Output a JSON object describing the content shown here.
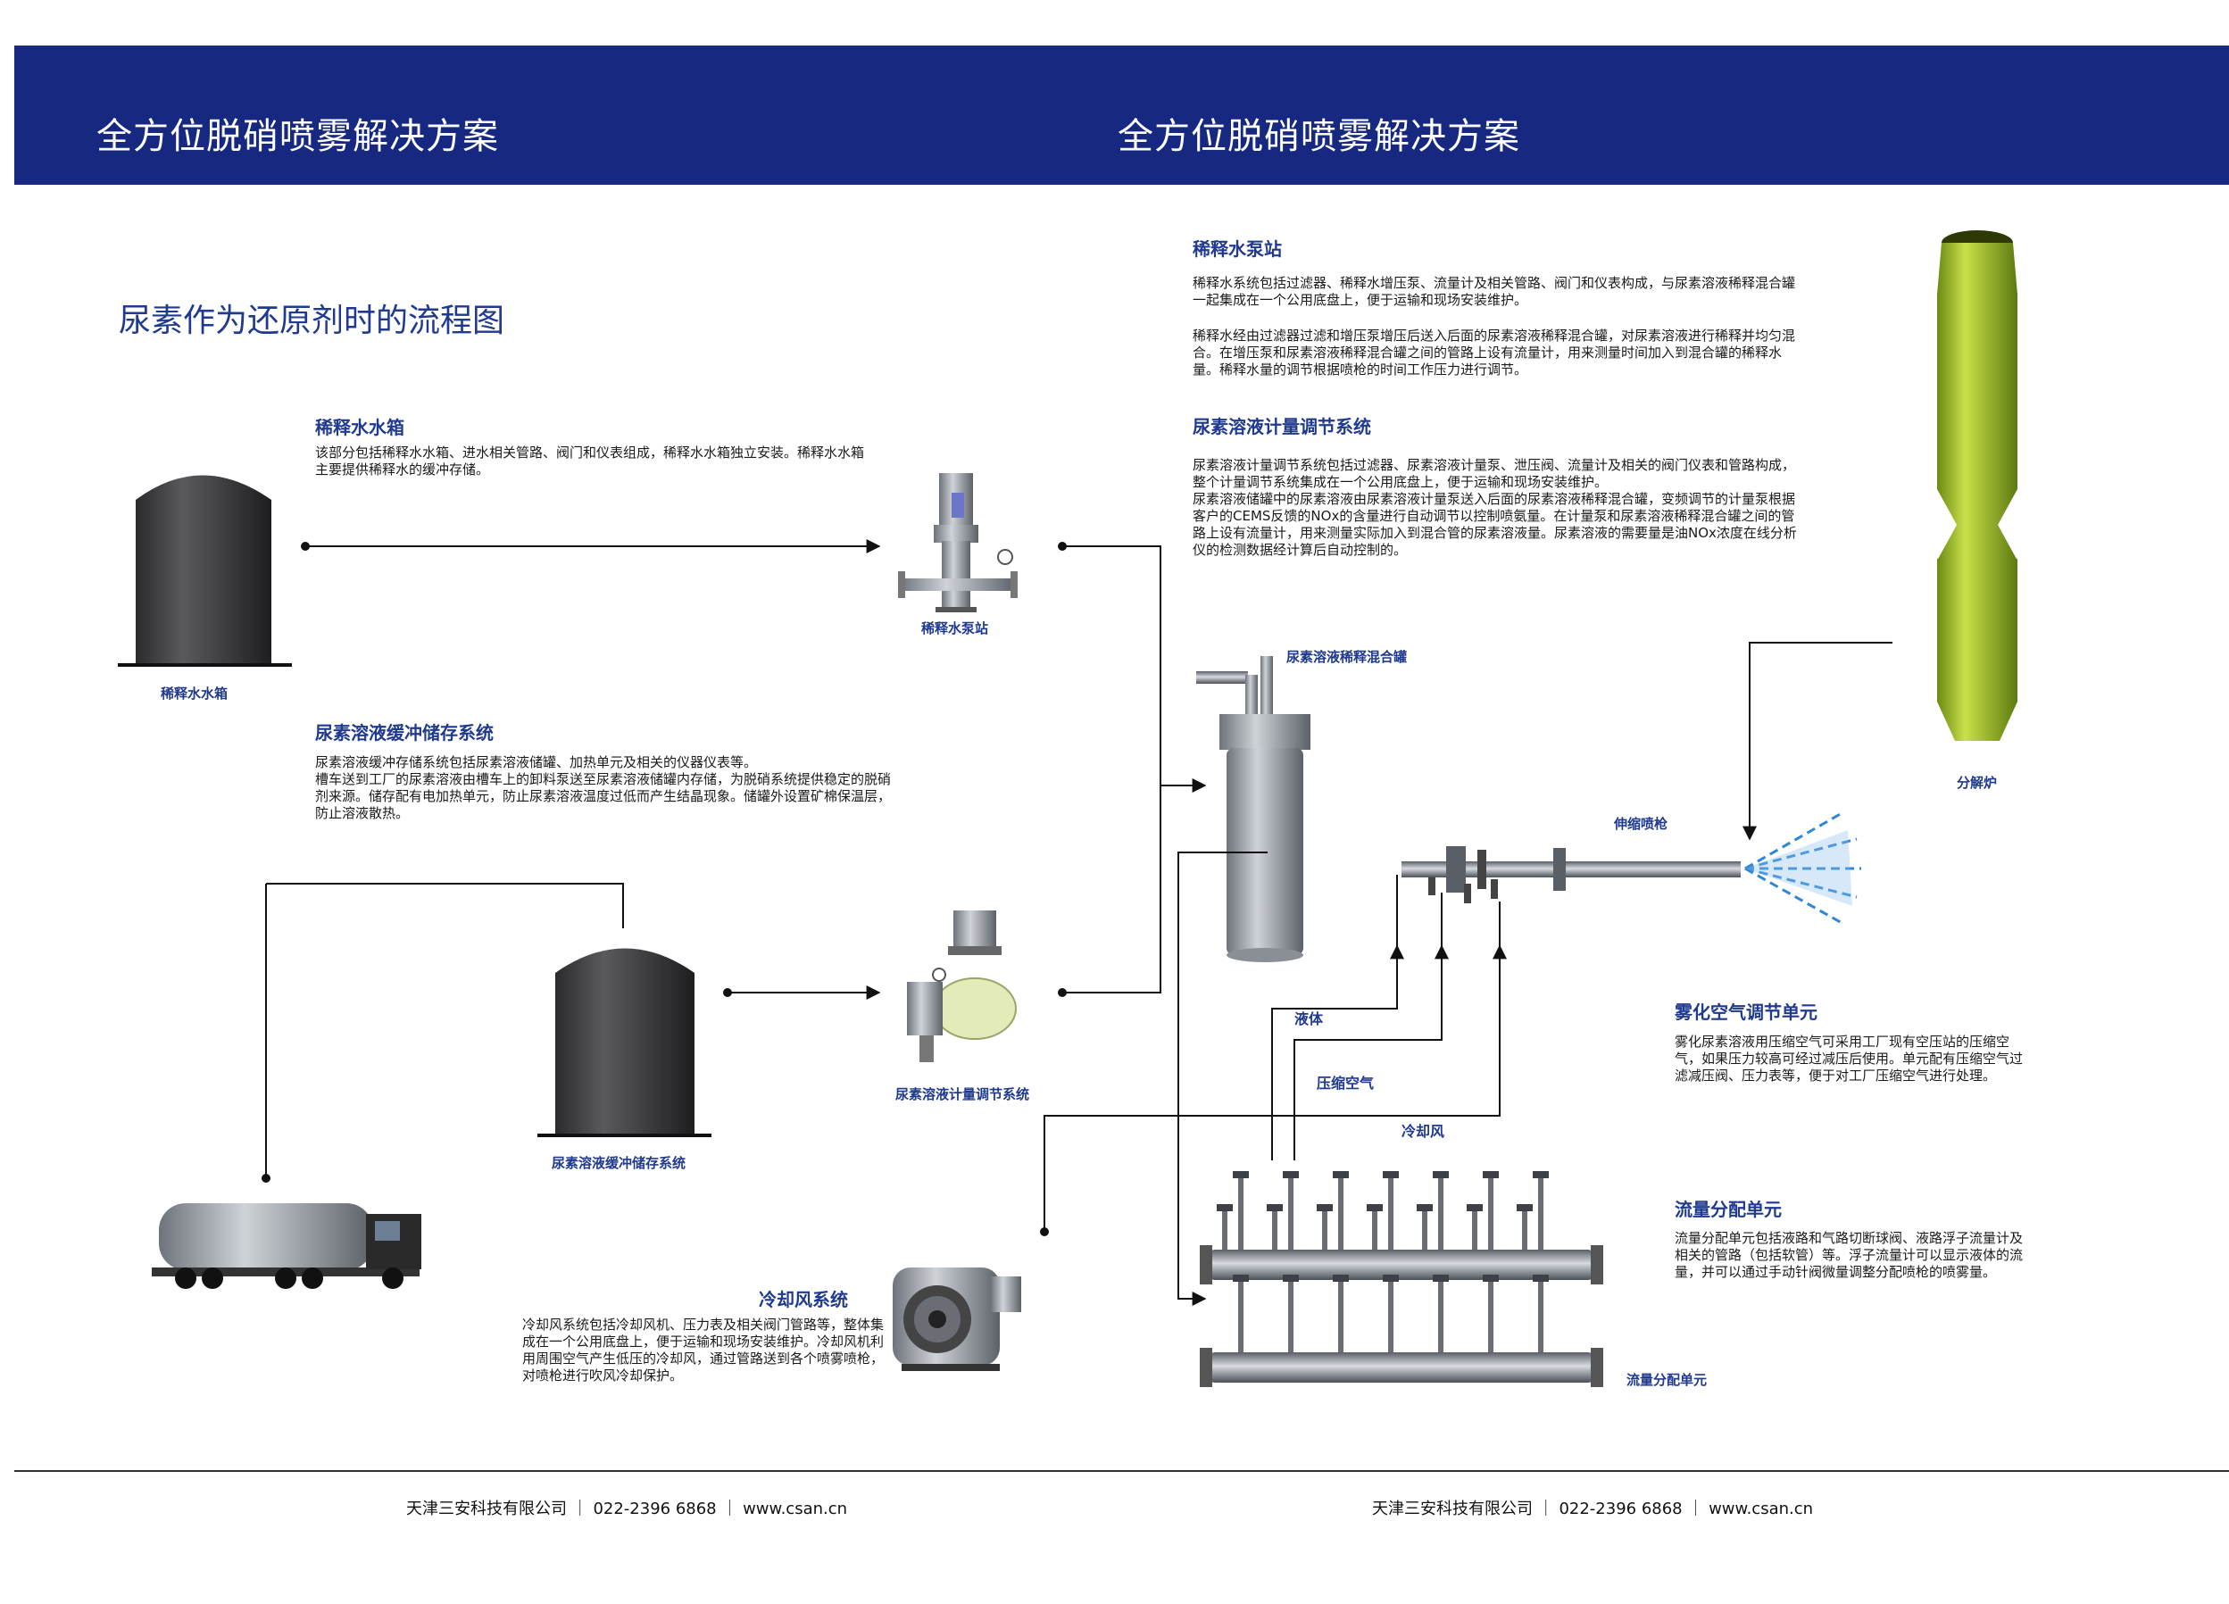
{
  "header": {
    "title_left": "全方位脱硝喷雾解决方案",
    "title_right": "全方位脱硝喷雾解决方案"
  },
  "page_title": "尿素作为还原剂时的流程图",
  "sections": {
    "dilution_tank": {
      "title": "稀释水水箱",
      "text": "该部分包括稀释水水箱、进水相关管路、阀门和仪表组成，稀释水水箱独立安装。稀释水水箱主要提供稀释水的缓冲存储。",
      "label": "稀释水水箱"
    },
    "buffer_storage": {
      "title": "尿素溶液缓冲储存系统",
      "text": "尿素溶液缓冲存储系统包括尿素溶液储罐、加热单元及相关的仪器仪表等。\n槽车送到工厂的尿素溶液由槽车上的卸料泵送至尿素溶液储罐内存储，为脱硝系统提供稳定的脱硝剂来源。储存配有电加热单元，防止尿素溶液温度过低而产生结晶现象。储罐外设置矿棉保温层，防止溶液散热。",
      "label": "尿素溶液缓冲储存系统"
    },
    "cooling_air": {
      "title": "冷却风系统",
      "text": "冷却风系统包括冷却风机、压力表及相关阀门管路等，整体集成在一个公用底盘上，便于运输和现场安装维护。冷却风机利用周围空气产生低压的冷却风，通过管路送到各个喷雾喷枪，对喷枪进行吹风冷却保护。"
    },
    "dilution_pump": {
      "title": "稀释水泵站",
      "text1": "稀释水系统包括过滤器、稀释水增压泵、流量计及相关管路、阀门和仪表构成，与尿素溶液稀释混合罐一起集成在一个公用底盘上，便于运输和现场安装维护。",
      "text2": "稀释水经由过滤器过滤和增压泵增压后送入后面的尿素溶液稀释混合罐，对尿素溶液进行稀释并均匀混合。在增压泵和尿素溶液稀释混合罐之间的管路上设有流量计，用来测量时间加入到混合罐的稀释水量。稀释水量的调节根据喷枪的时间工作压力进行调节。",
      "label": "稀释水泵站"
    },
    "metering": {
      "title": "尿素溶液计量调节系统",
      "text": "尿素溶液计量调节系统包括过滤器、尿素溶液计量泵、泄压阀、流量计及相关的阀门仪表和管路构成，整个计量调节系统集成在一个公用底盘上，便于运输和现场安装维护。\n尿素溶液储罐中的尿素溶液由尿素溶液计量泵送入后面的尿素溶液稀释混合罐，变频调节的计量泵根据客户的CEMS反馈的NOx的含量进行自动调节以控制喷氨量。在计量泵和尿素溶液稀释混合罐之间的管路上设有流量计，用来测量实际加入到混合管的尿素溶液量。尿素溶液的需要量是油NOx浓度在线分析仪的检测数据经计算后自动控制的。",
      "label": "尿素溶液计量调节系统"
    },
    "atomizing_air": {
      "title": "雾化空气调节单元",
      "text": "雾化尿素溶液用压缩空气可采用工厂现有空压站的压缩空气，如果压力较高可经过减压后使用。单元配有压缩空气过滤减压阀、压力表等，便于对工厂压缩空气进行处理。"
    },
    "flow_distribution": {
      "title": "流量分配单元",
      "text": "流量分配单元包括液路和气路切断球阀、液路浮子流量计及相关的管路（包括软管）等。浮子流量计可以显示液体的流量，并可以通过手动针阀微量调整分配喷枪的喷雾量。",
      "label": "流量分配单元"
    }
  },
  "labels": {
    "mixing_tank": "尿素溶液稀释混合罐",
    "lance": "伸缩喷枪",
    "furnace": "分解炉",
    "liquid": "液体",
    "compressed_air": "压缩空气",
    "cooling_wind": "冷却风"
  },
  "footer": {
    "left": "天津三安科技有限公司 ｜ 022-2396 6868 ｜ www.csan.cn",
    "right": "天津三安科技有限公司 ｜ 022-2396 6868 ｜ www.csan.cn"
  }
}
